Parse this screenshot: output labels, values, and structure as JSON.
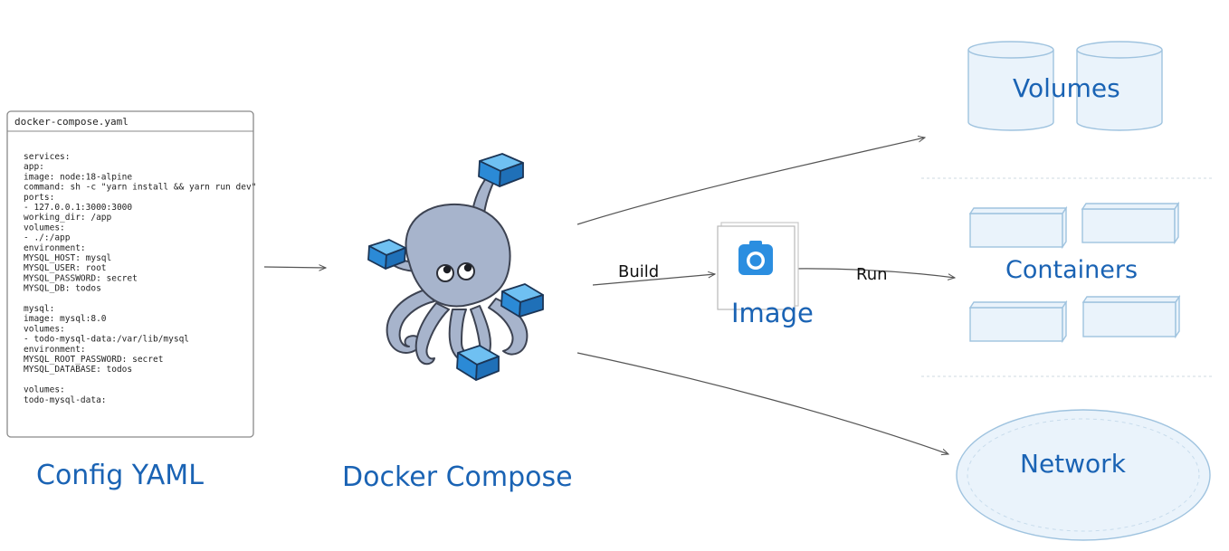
{
  "yaml_file": {
    "title": "docker-compose.yaml",
    "lines": [
      "services:",
      "  app:",
      "    image: node:18-alpine",
      "    command: sh -c \"yarn install && yarn run dev\"",
      "    ports:",
      "      - 127.0.0.1:3000:3000",
      "    working_dir: /app",
      "    volumes:",
      "      - ./:/app",
      "    environment:",
      "      MYSQL_HOST: mysql",
      "      MYSQL_USER: root",
      "      MYSQL_PASSWORD: secret",
      "      MYSQL_DB: todos",
      "",
      "  mysql:",
      "    image: mysql:8.0",
      "    volumes:",
      "      - todo-mysql-data:/var/lib/mysql",
      "    environment:",
      "      MYSQL_ROOT_PASSWORD: secret",
      "      MYSQL_DATABASE: todos",
      "",
      "volumes:",
      "  todo-mysql-data:"
    ]
  },
  "labels": {
    "config_yaml": "Config YAML",
    "docker_compose": "Docker Compose",
    "build": "Build",
    "image": "Image",
    "run": "Run",
    "volumes": "Volumes",
    "containers": "Containers",
    "network": "Network"
  },
  "colors": {
    "label_blue": "#1a63b4",
    "octopus": "#a7b4cc",
    "cube": "#2e8fd8",
    "camera": "#2b8ee0",
    "storage_fill": "#eaf3fb",
    "storage_stroke": "#9fc3df"
  },
  "icons": [
    "octopus-icon",
    "camera-icon",
    "cylinder-icon",
    "container-box-icon",
    "cloud-icon"
  ]
}
